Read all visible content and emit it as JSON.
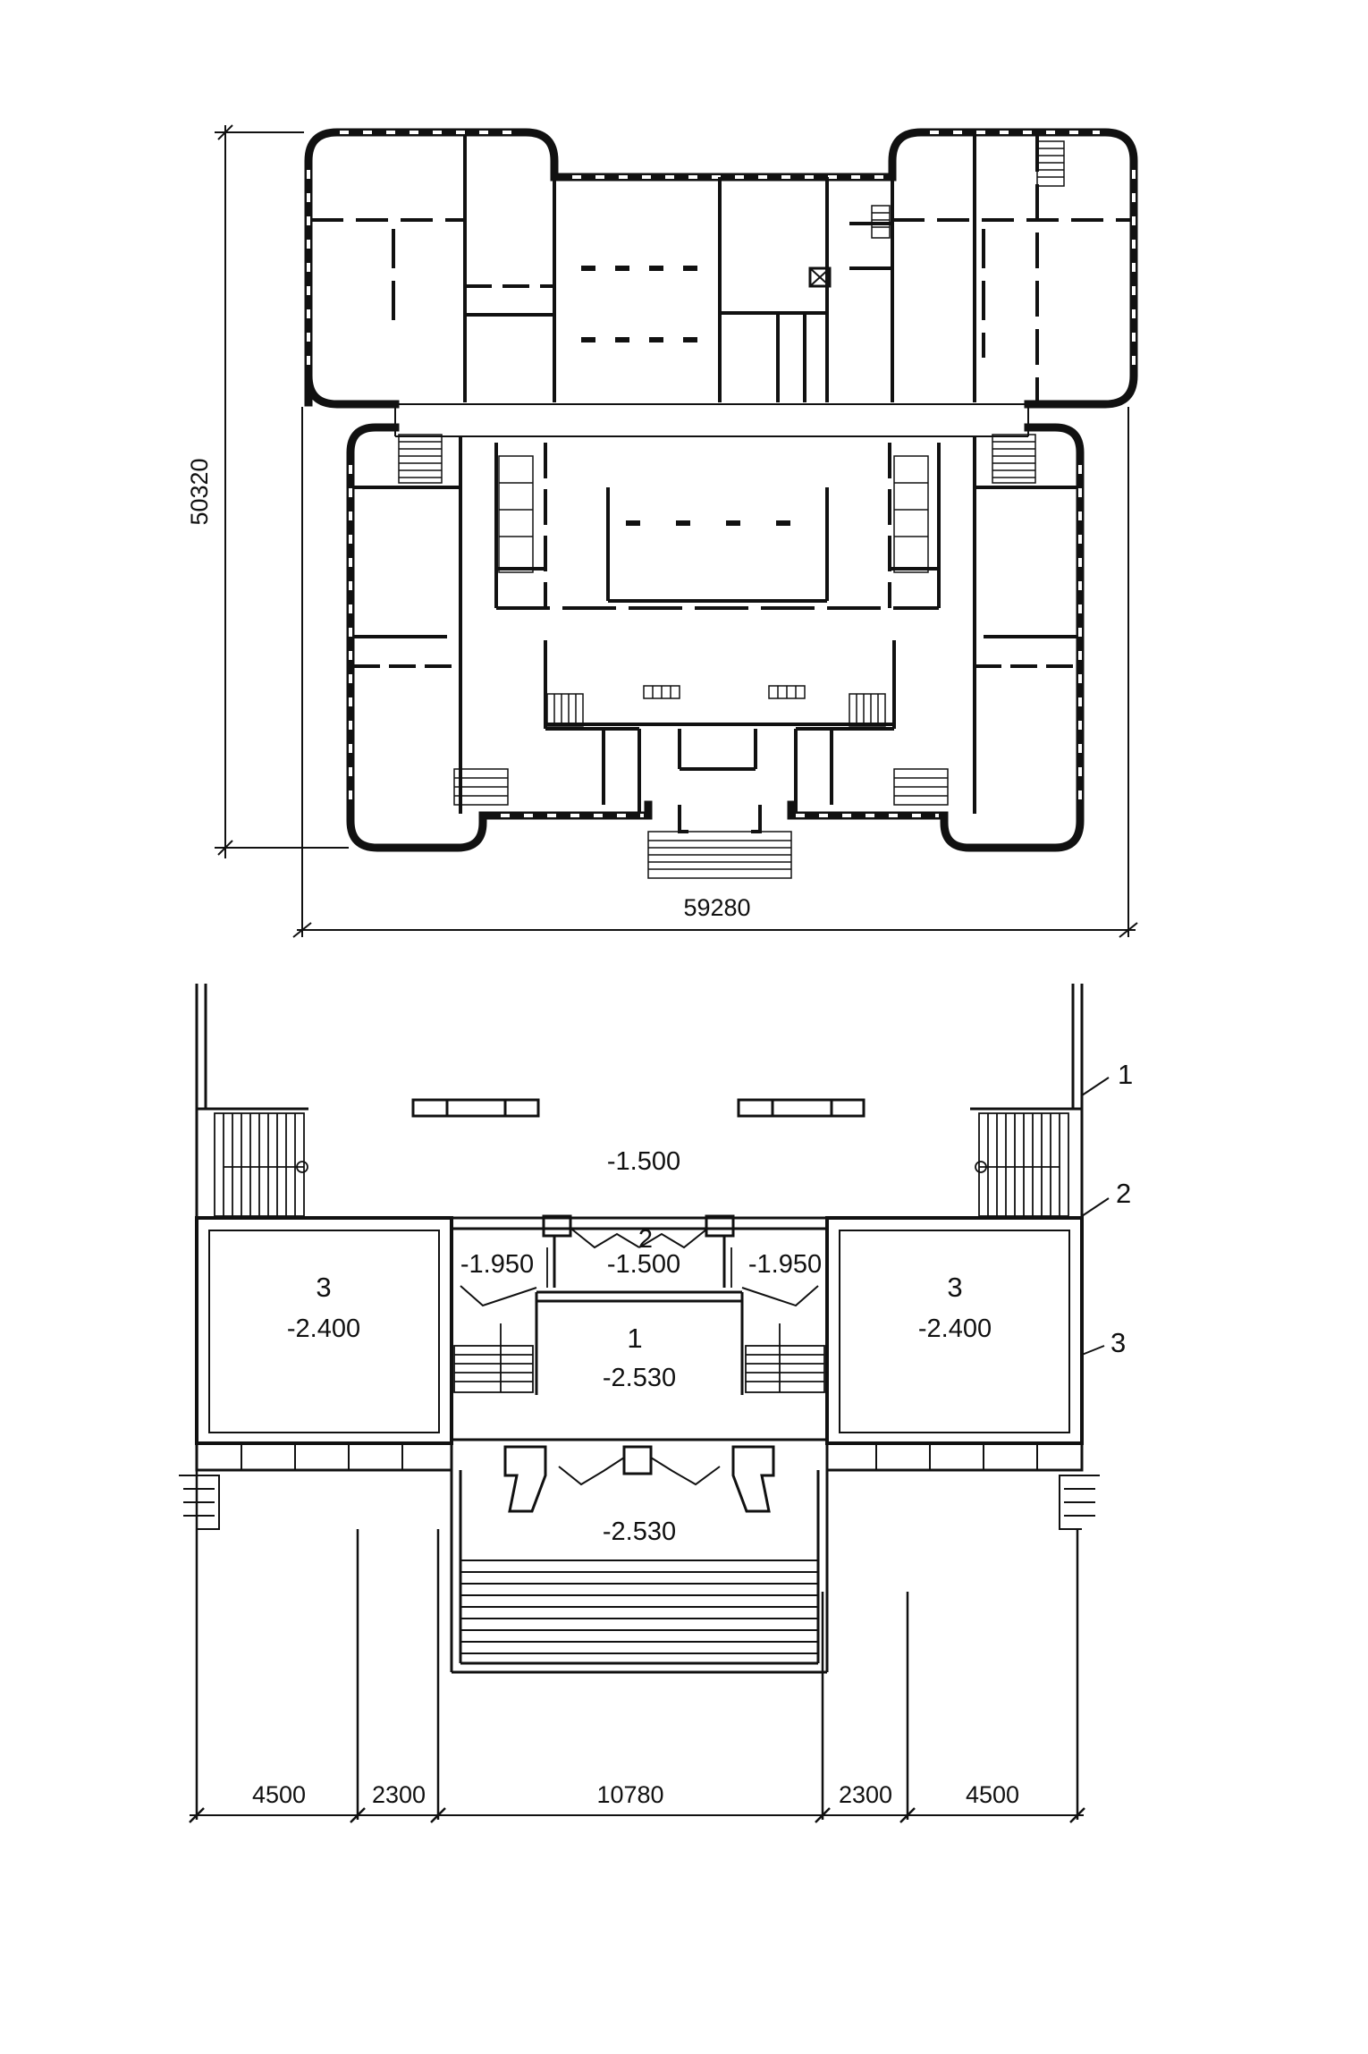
{
  "plan_top": {
    "overall_width": "59280",
    "overall_depth": "50320"
  },
  "plan_entrance": {
    "dimensions": [
      "4500",
      "2300",
      "10780",
      "2300",
      "4500"
    ],
    "callouts": [
      "1",
      "2",
      "3"
    ],
    "room_numbers": {
      "left_room": "3",
      "right_room": "3",
      "vestibule": "1",
      "small_lobby": "2"
    },
    "elevations": {
      "upper_hall": "-1.500",
      "small_lobby": "-1.500",
      "left_landing": "-1.950",
      "right_landing": "-1.950",
      "left_room": "-2.400",
      "right_room": "-2.400",
      "vestibule": "-2.530",
      "porch": "-2.530"
    }
  },
  "colors": {
    "ink": "#111111",
    "paper": "#ffffff"
  }
}
